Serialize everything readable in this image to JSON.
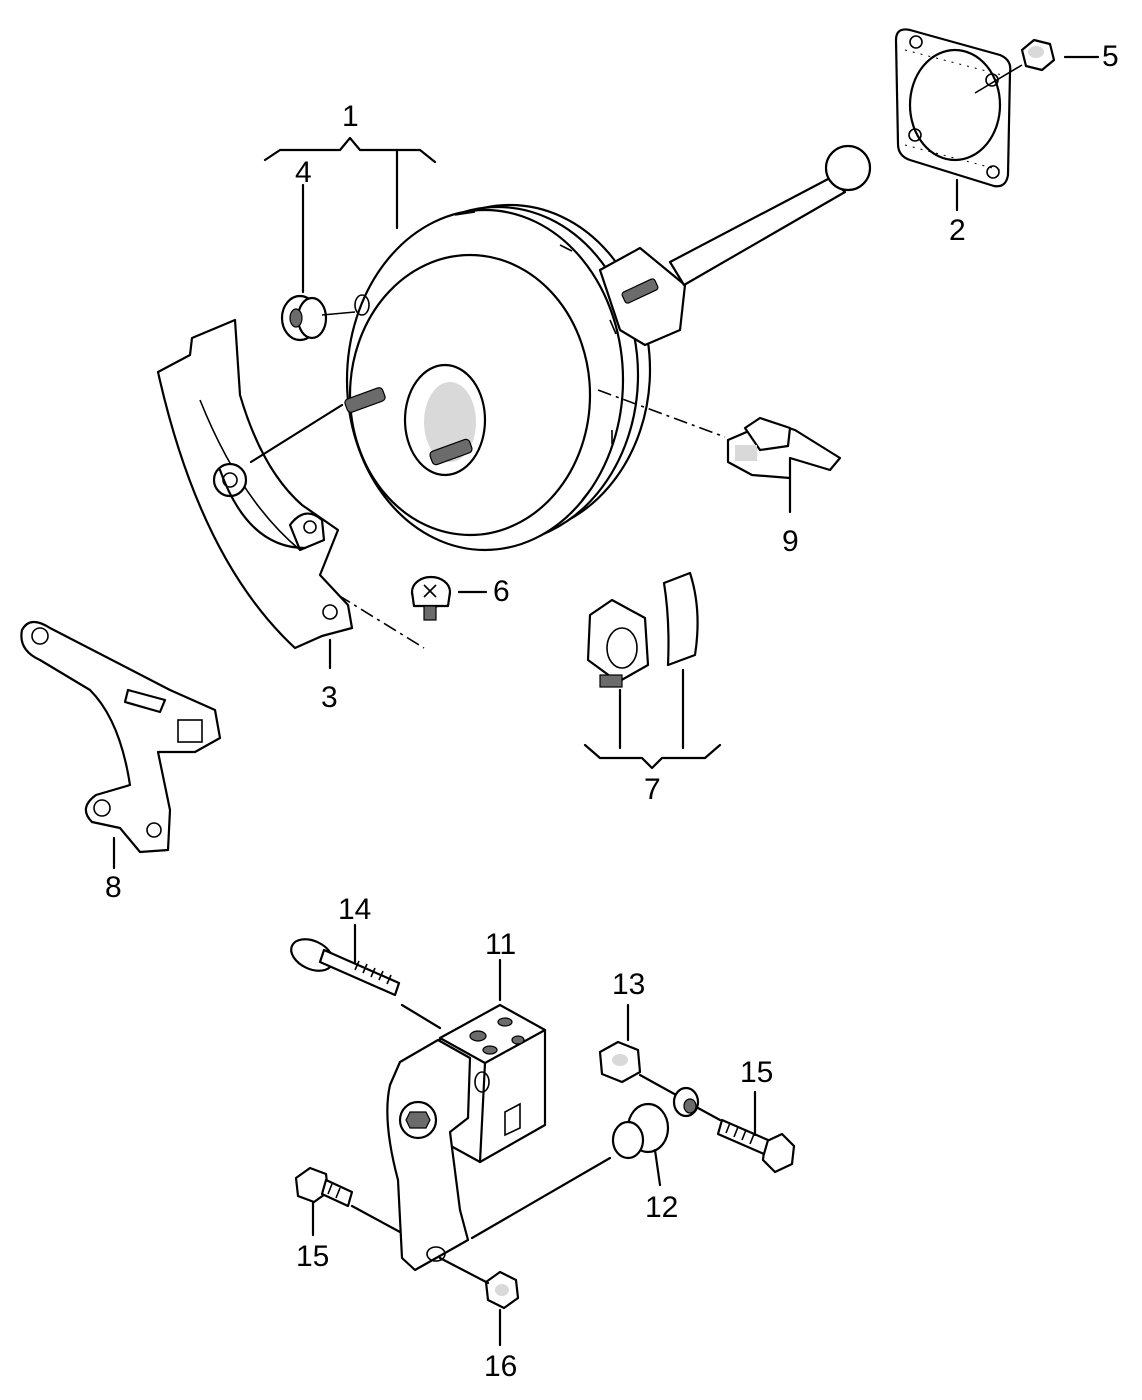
{
  "callouts": {
    "c1": "1",
    "c2": "2",
    "c3": "3",
    "c4": "4",
    "c5": "5",
    "c6": "6",
    "c7": "7",
    "c8": "8",
    "c9": "9",
    "c11": "11",
    "c12": "12",
    "c13": "13",
    "c14": "14",
    "c15a": "15",
    "c15b": "15",
    "c16": "16"
  }
}
